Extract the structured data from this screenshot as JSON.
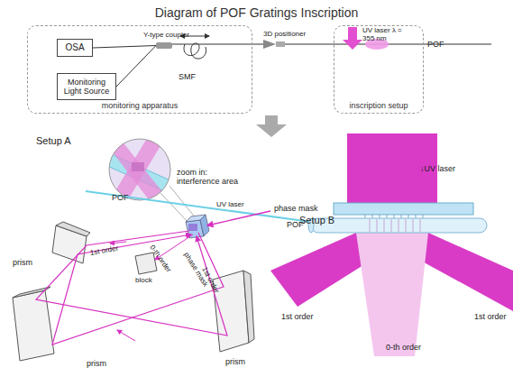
{
  "diagram": {
    "title": "Diagram of POF Gratings Inscription",
    "nodes": [
      {
        "text": [
          "monitoring apparatus"
        ]
      },
      {
        "text": [
          "OSA"
        ],
        "in": 0
      },
      {
        "text": [
          "Monitoring Light Source"
        ],
        "in": 0
      },
      {
        "text": [
          "Y-type coupler"
        ],
        "in": 0
      },
      {
        "text": [
          "inscription setup"
        ]
      }
    ],
    "edges": [
      {
        "from": 1,
        "to": 3,
        "arrow": "none"
      },
      {
        "from": 2,
        "to": 3,
        "arrow": "none"
      }
    ],
    "labels": [
      "SMF",
      "3D positioner",
      "UV laser λ = 355 nm",
      "POF",
      "Setup A",
      "zoom in: interference area",
      "POF",
      "UV laser",
      "prism",
      "1st order",
      "0-th order",
      "block",
      "phase mask",
      "1st order",
      "prism",
      "prism",
      "Setup B",
      "↓UV laser",
      "phase mask",
      "POF",
      "1st order",
      "1st order",
      "0-th order"
    ]
  }
}
